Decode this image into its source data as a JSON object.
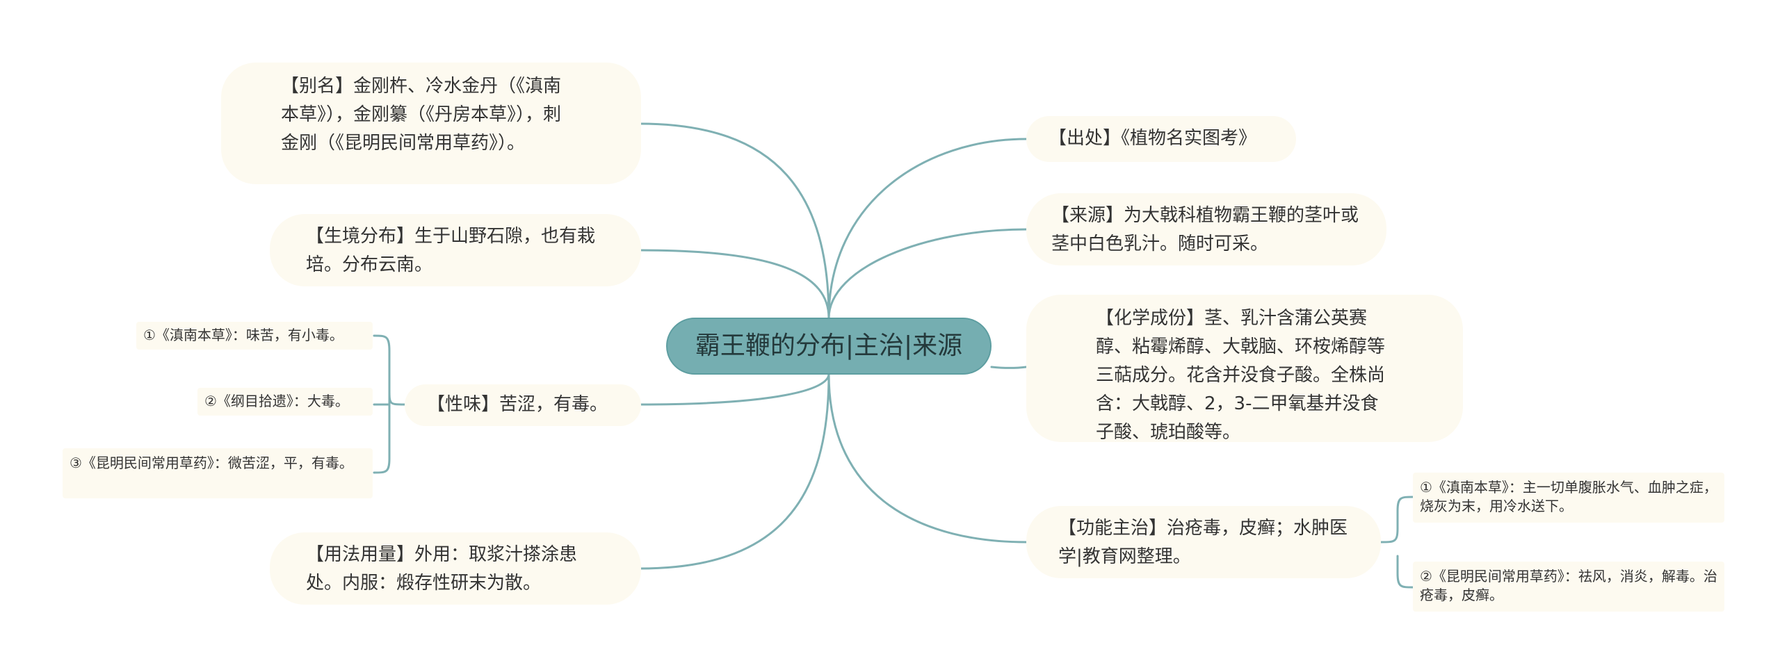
{
  "diagram": {
    "root": "霸王鞭的分布|主治|来源",
    "left_topics": {
      "alias": "【别名】金刚杵、冷水金丹（《滇南本草》），金刚纂（《丹房本草》），刺金刚（《昆明民间常用草药》）。",
      "habitat": "【生境分布】生于山野石隙，也有栽培。分布云南。",
      "taste": "【性味】苦涩，有毒。",
      "usage": "【用法用量】外用：取浆汁搽涂患处。内服：煅存性研末为散。"
    },
    "taste_details": [
      "①《滇南本草》：味苦，有小毒。",
      "②《纲目拾遗》：大毒。",
      "③《昆明民间常用草药》：微苦涩，平，有毒。"
    ],
    "right_topics": {
      "origin": "【出处】《植物名实图考》",
      "source": "【来源】为大戟科植物霸王鞭的茎叶或茎中白色乳汁。随时可采。",
      "chemistry": "【化学成份】茎、乳汁含蒲公英赛醇、粘霉烯醇、大戟脑、环桉烯醇等三萜成分。花含并没食子酸。全株尚含：大戟醇、2，3-二甲氧基并没食子酸、琥珀酸等。",
      "function": "【功能主治】治疮毒，皮癣；水肿医学|教育网整理。"
    },
    "function_details": [
      "①《滇南本草》：主一切单腹胀水气、血肿之症，烧灰为末，用冷水送下。",
      "②《昆明民间常用草药》：祛风，消炎，解毒。治疮毒，皮癣。"
    ],
    "colors": {
      "root_fill": "#75aeb1",
      "connector": "#7fb0b3",
      "topic_fill": "#fdfaf0"
    }
  }
}
